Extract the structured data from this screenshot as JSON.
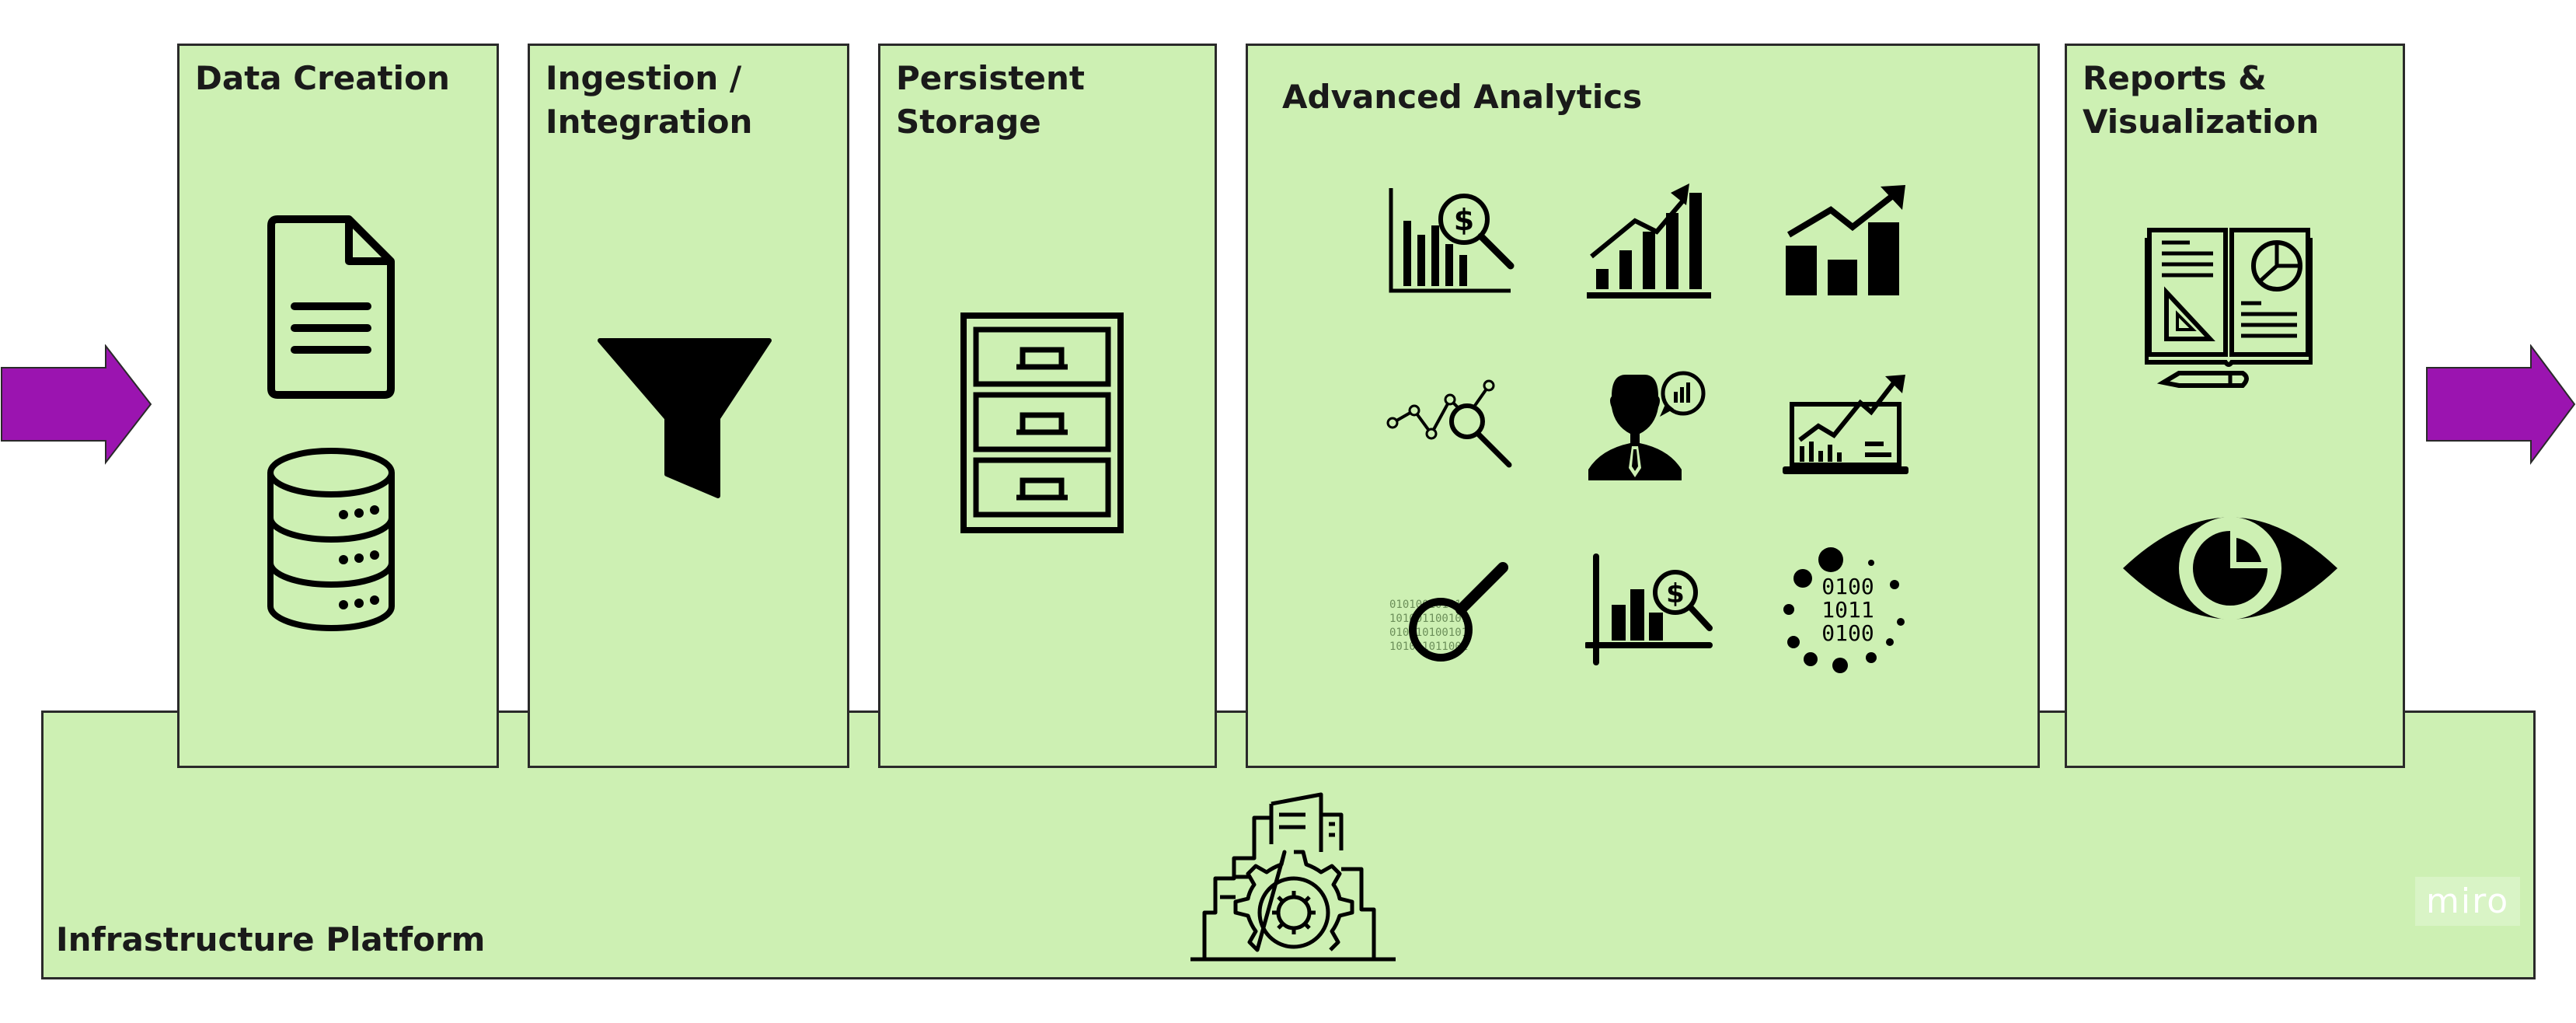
{
  "colors": {
    "panel": "#cdf0b3",
    "border": "#2a2a2a",
    "arrow": "#9b14b0",
    "icon": "#000000"
  },
  "platform": {
    "title": "Infrastructure Platform"
  },
  "stages": [
    {
      "title": "Data Creation"
    },
    {
      "title": "Ingestion /\nIntegration"
    },
    {
      "title": "Persistent Storage"
    },
    {
      "title": "Advanced Analytics"
    },
    {
      "title": "Reports &\nVisualization"
    }
  ],
  "analytics_icons": [
    "financial-analysis-icon",
    "growth-chart-icon",
    "bar-trend-icon",
    "data-search-icon",
    "business-analyst-icon",
    "laptop-analytics-icon",
    "binary-magnifier-icon",
    "chart-search-icon",
    "binary-data-icon"
  ],
  "binary": {
    "line1": "0100",
    "line2": "1011",
    "line3": "0100"
  },
  "watermark": "miro"
}
